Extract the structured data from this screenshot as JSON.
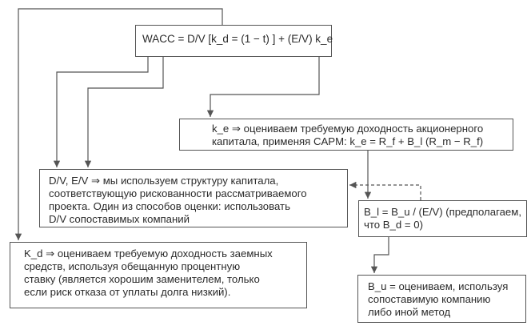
{
  "boxes": {
    "wacc": {
      "lines": [
        "WACC = D/V [k_d = (1 − t) ] + (E/V) k_e"
      ]
    },
    "ke": {
      "lines": [
        "k_e ⇒ оцениваем требуемую доходность акционерного",
        "капитала, применяя CAPM: k_e = R_f + B_l (R_m − R_f)"
      ]
    },
    "dv": {
      "lines": [
        "D/V, E/V ⇒ мы используем структуру капитала,",
        "соответствующую рискованности рассматриваемого",
        "проекта. Один из способов оценки: использовать",
        "D/V сопоставимых компаний"
      ]
    },
    "bl": {
      "lines": [
        "B_l = B_u / (E/V) (предполагаем,",
        "что B_d = 0)"
      ]
    },
    "kd": {
      "lines": [
        "K_d ⇒ оцениваем требуемую доходность заемных",
        "средств, используя обещанную процентную",
        "ставку (является хорошим заменителем, только",
        "если риск отказа от уплаты долга низкий)."
      ]
    },
    "bu": {
      "lines": [
        "B_u = оцениваем, используя",
        "сопоставимую компанию",
        "либо иной метод"
      ]
    }
  },
  "colors": {
    "line": "#555555",
    "text": "#2b2b2b",
    "background": "#ffffff"
  }
}
